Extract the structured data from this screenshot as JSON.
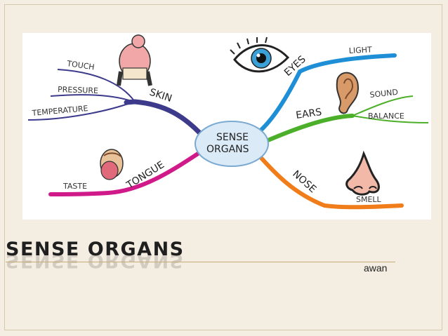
{
  "slide": {
    "title": "SENSE ORGANS",
    "author": "awan"
  },
  "mindmap": {
    "center": "SENSE ORGANS",
    "branches": [
      {
        "name": "SKIN",
        "color": "#3d3a8c",
        "leaves": [
          "TOUCH",
          "PRESSURE",
          "TEMPERATURE"
        ],
        "icon": "person-icon"
      },
      {
        "name": "EYES",
        "color": "#1e8fd6",
        "leaves": [
          "LIGHT"
        ],
        "icon": "eye-icon"
      },
      {
        "name": "EARS",
        "color": "#4caf2a",
        "leaves": [
          "SOUND",
          "BALANCE"
        ],
        "icon": "ear-icon"
      },
      {
        "name": "TONGUE",
        "color": "#d01a8a",
        "leaves": [
          "TASTE"
        ],
        "icon": "tongue-icon"
      },
      {
        "name": "NOSE",
        "color": "#f07d1a",
        "leaves": [
          "SMELL"
        ],
        "icon": "nose-icon"
      }
    ]
  }
}
